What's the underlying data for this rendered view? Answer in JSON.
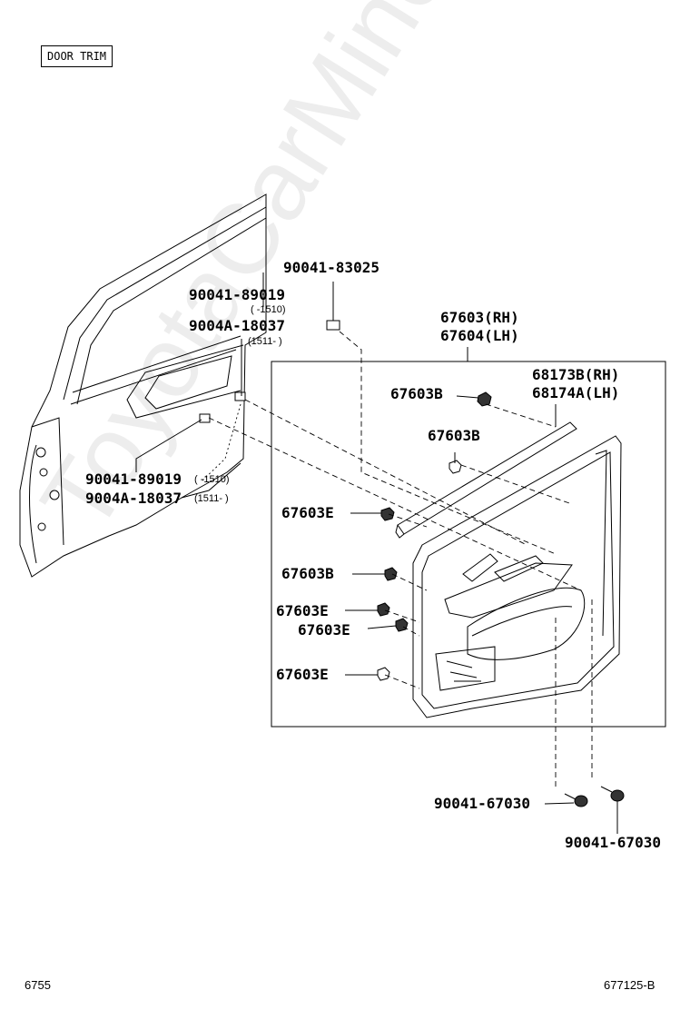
{
  "header": {
    "section_label": "DOOR TRIM"
  },
  "parts": {
    "p83025": "90041-83025",
    "p89019_a": "90041-89019",
    "p89019_a_range": "(   -1510)",
    "p18037_a": "9004A-18037",
    "p18037_a_range": "(1511-   )",
    "p89019_b": "90041-89019",
    "p89019_b_range": "(   -1510)",
    "p18037_b": "9004A-18037",
    "p18037_b_range": "(1511-   )",
    "p67603_rh": "67603(RH)",
    "p67604_lh": "67604(LH)",
    "p68173b_rh": "68173B(RH)",
    "p68174a_lh": "68174A(LH)",
    "clip_b1": "67603B",
    "clip_b2": "67603B",
    "clip_e1": "67603E",
    "clip_b3": "67603B",
    "clip_e2": "67603E",
    "clip_e3": "67603E",
    "clip_e4": "67603E",
    "screw_1": "90041-67030",
    "screw_2": "90041-67030"
  },
  "footer": {
    "page_number": "6755",
    "diagram_code": "677125-B"
  },
  "watermark": "ToyotaCarMine.ru"
}
